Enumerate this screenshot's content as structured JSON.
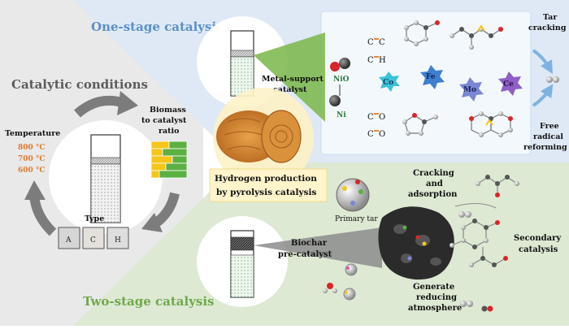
{
  "colors": {
    "left_panel": "#e9e9e9",
    "top_panel": "#dfe9f5",
    "bottom_panel": "#dde9d3",
    "one_stage_title": "#5b8fc9",
    "two_stage_title": "#6fa84a",
    "temperature": "#e07a2e",
    "arrow_gray": "#7c7c7c",
    "blue_arrow": "#7fb2e0"
  },
  "left": {
    "title": "Catalytic conditions",
    "temperature_label": "Temperature",
    "temperatures": [
      "800 °C",
      "700 °C",
      "600 °C"
    ],
    "ratio_label_line1": "Biomass",
    "ratio_label_line2": "to catalyst",
    "ratio_label_line3": "ratio",
    "type_label": "Type",
    "types": [
      "A",
      "C",
      "H"
    ]
  },
  "top": {
    "title": "One-stage catalysis",
    "metal_support_line1": "Metal-support",
    "metal_support_line2": "catalyst",
    "nio": "NiO",
    "ni": "Ni",
    "bonds": [
      "C",
      "C",
      "C",
      "H",
      "C",
      "O",
      "C",
      "O"
    ],
    "metals": [
      "Co",
      "Fe",
      "Mo",
      "Ce"
    ],
    "tar_cracking_line1": "Tar",
    "tar_cracking_line2": "cracking",
    "free_radical_line1": "Free",
    "free_radical_line2": "radical",
    "free_radical_line3": "reforming"
  },
  "center": {
    "line1": "Hydrogen production",
    "line2": "by pyrolysis catalysis"
  },
  "bottom": {
    "title": "Two-stage catalysis",
    "biochar_line1": "Biochar",
    "biochar_line2": "pre-catalyst",
    "primary_tar": "Primary tar",
    "cracking_line1": "Cracking",
    "cracking_line2": "and",
    "cracking_line3": "adsorption",
    "generate_line1": "Generate",
    "generate_line2": "reducing",
    "generate_line3": "atmosphere",
    "secondary_line1": "Secondary",
    "secondary_line2": "catalysis"
  }
}
